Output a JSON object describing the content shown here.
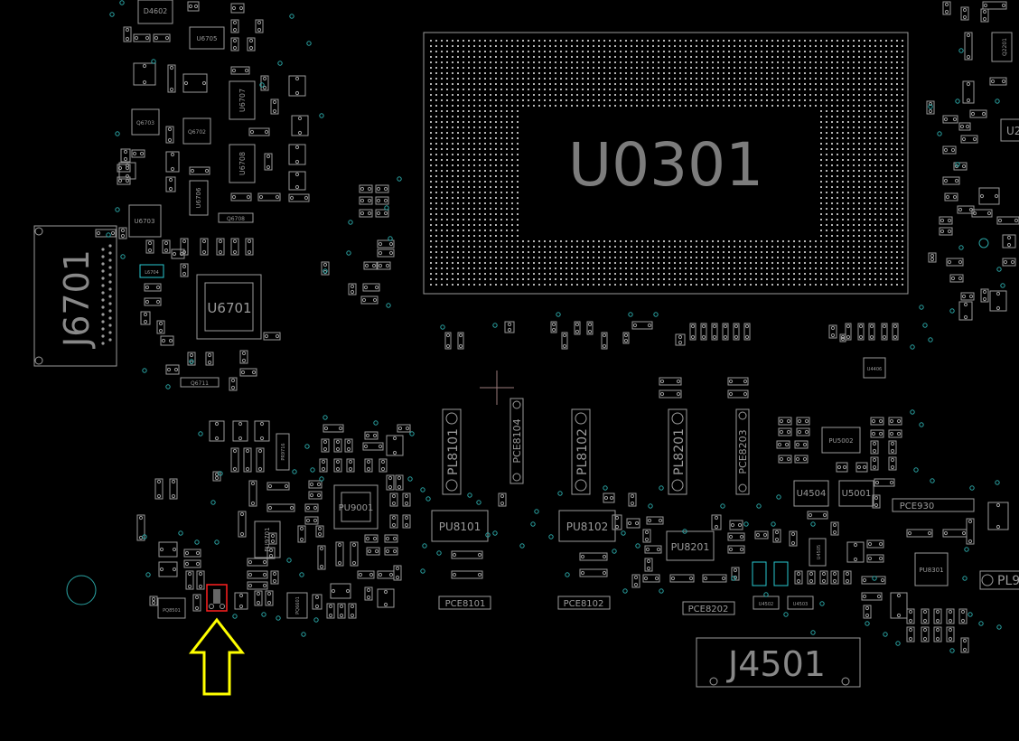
{
  "components": {
    "main_chip": "U0301",
    "connector_top_left": "J6701",
    "connector_bottom": "J4501",
    "ic_u6701": "U6701",
    "ic_u6703": "U6703",
    "ic_u6705": "U6705",
    "ic_u6706": "U6706",
    "ic_u6707": "U6707",
    "ic_u6708": "U6708",
    "d4602": "D4602",
    "q6702": "Q6702",
    "q6703": "Q6703",
    "q6708": "Q6708",
    "q6711": "Q6711",
    "q2201": "Q2201",
    "l6704": "L6704",
    "pu9001": "PU9001",
    "pu9701": "PU9701",
    "pr9716": "PR9716",
    "pl8101": "PL8101",
    "pl8102": "PL8102",
    "pl8201": "PL8201",
    "pce8104": "PCE8104",
    "pce8203": "PCE8203",
    "pu8101": "PU8101",
    "pu8102": "PU8102",
    "pu8201": "PU8201",
    "pu5002": "PU5002",
    "u4504": "U4504",
    "u5001": "U5001",
    "u4406": "U4406",
    "u4505": "U4505",
    "u4502": "U4502",
    "u4503": "U4503",
    "pce8101": "PCE8101",
    "pce8102": "PCE8102",
    "pce8202": "PCE8202",
    "pce9301": "PCE930",
    "pl9": "PL9",
    "pu8301": "PU8301",
    "u22": "U2",
    "pq8501": "PQ8501",
    "pq6601": "PQ6601"
  },
  "highlight": {
    "marker_color": "#ff2020",
    "arrow_color": "#ffff00",
    "arrow_direction": "up"
  },
  "colors": {
    "background": "#000000",
    "outline": "#9a9a9a",
    "via": "#2aa3a3",
    "cyan_part": "#29c9d0"
  }
}
